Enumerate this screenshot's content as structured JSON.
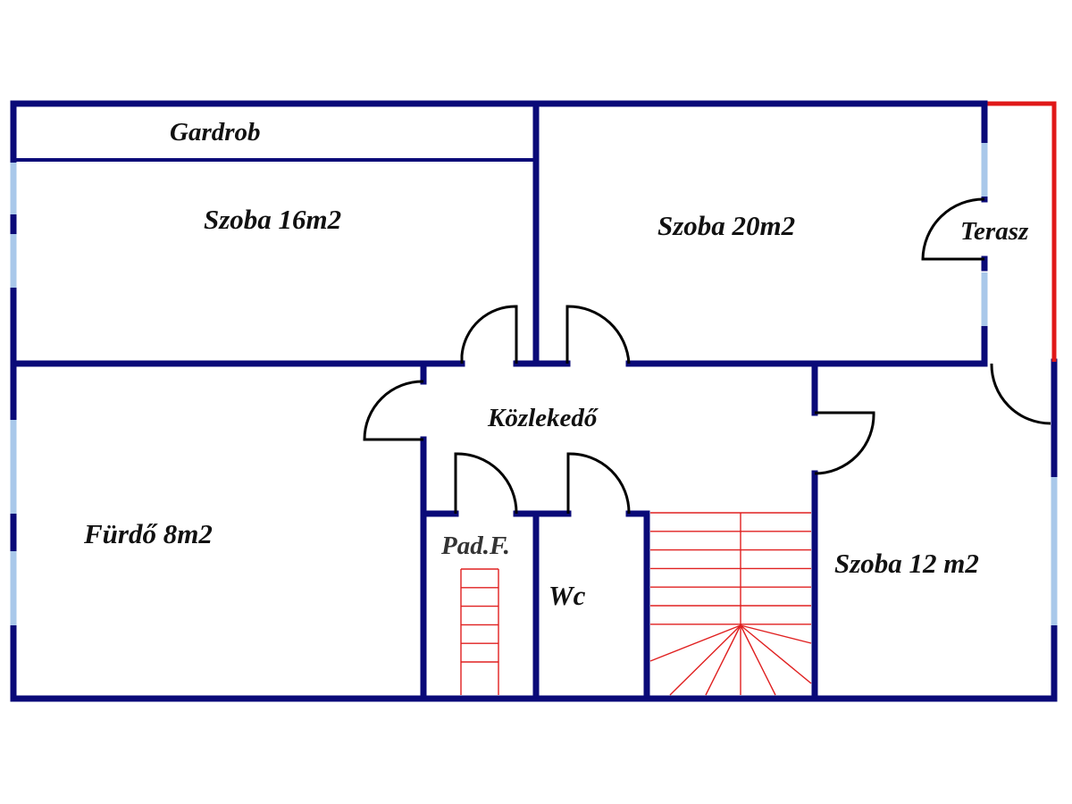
{
  "plan": {
    "title": "Floor plan",
    "colors": {
      "wall": "#0a0a78",
      "window": "#a9c8ea",
      "terrace_edge": "#e01818",
      "stairs": "#e02020",
      "door": "#000000"
    },
    "rooms": [
      {
        "id": "gardrob",
        "label": "Gardrob"
      },
      {
        "id": "szoba16",
        "label": "Szoba 16m2"
      },
      {
        "id": "szoba20",
        "label": "Szoba 20m2"
      },
      {
        "id": "terasz",
        "label": "Terasz"
      },
      {
        "id": "kozlekedo",
        "label": "Közlekedő"
      },
      {
        "id": "furdo",
        "label": "Fürdő 8m2"
      },
      {
        "id": "padf",
        "label": "Pad.F."
      },
      {
        "id": "wc",
        "label": "Wc"
      },
      {
        "id": "szoba12",
        "label": "Szoba 12 m2"
      }
    ]
  }
}
